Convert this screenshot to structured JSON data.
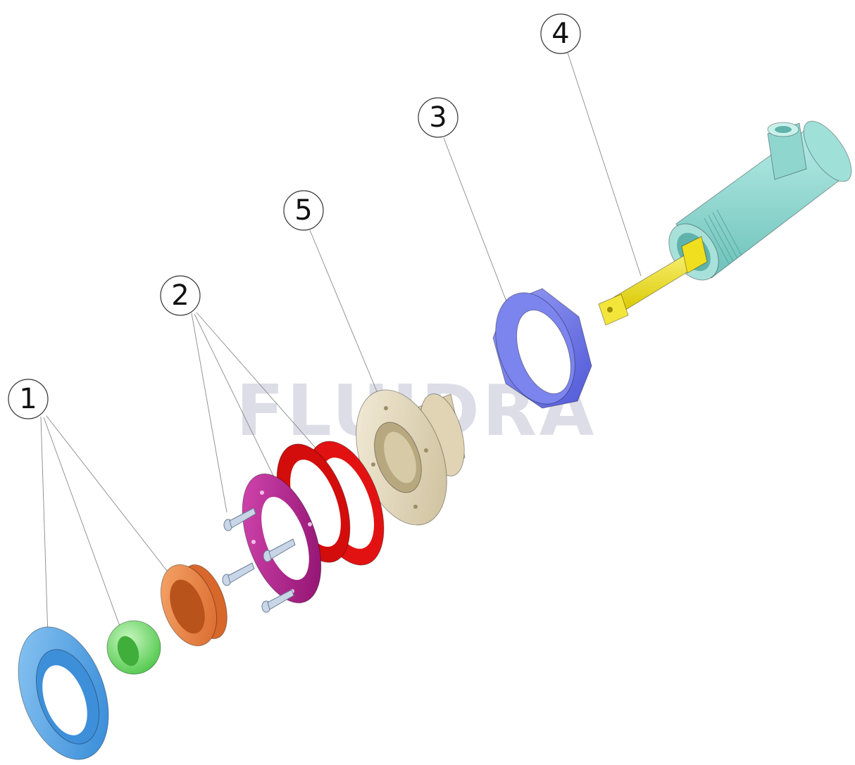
{
  "watermark": "FLUIDRA",
  "callouts": [
    {
      "label": "1"
    },
    {
      "label": "2"
    },
    {
      "label": "3"
    },
    {
      "label": "4"
    },
    {
      "label": "5"
    }
  ],
  "colors": {
    "eyeball_ring": "#4aa3e8",
    "eyeball_ball": "#7ee07a",
    "insert_nut": "#ee8a45",
    "flange_ring": "#a0147e",
    "gaskets": "#e01010",
    "wall_fitting_body": "#e7dcc2",
    "lock_nut": "#6b73e6",
    "key_tool": "#f0e020",
    "pipe_fitting": "#8ed6cf"
  }
}
